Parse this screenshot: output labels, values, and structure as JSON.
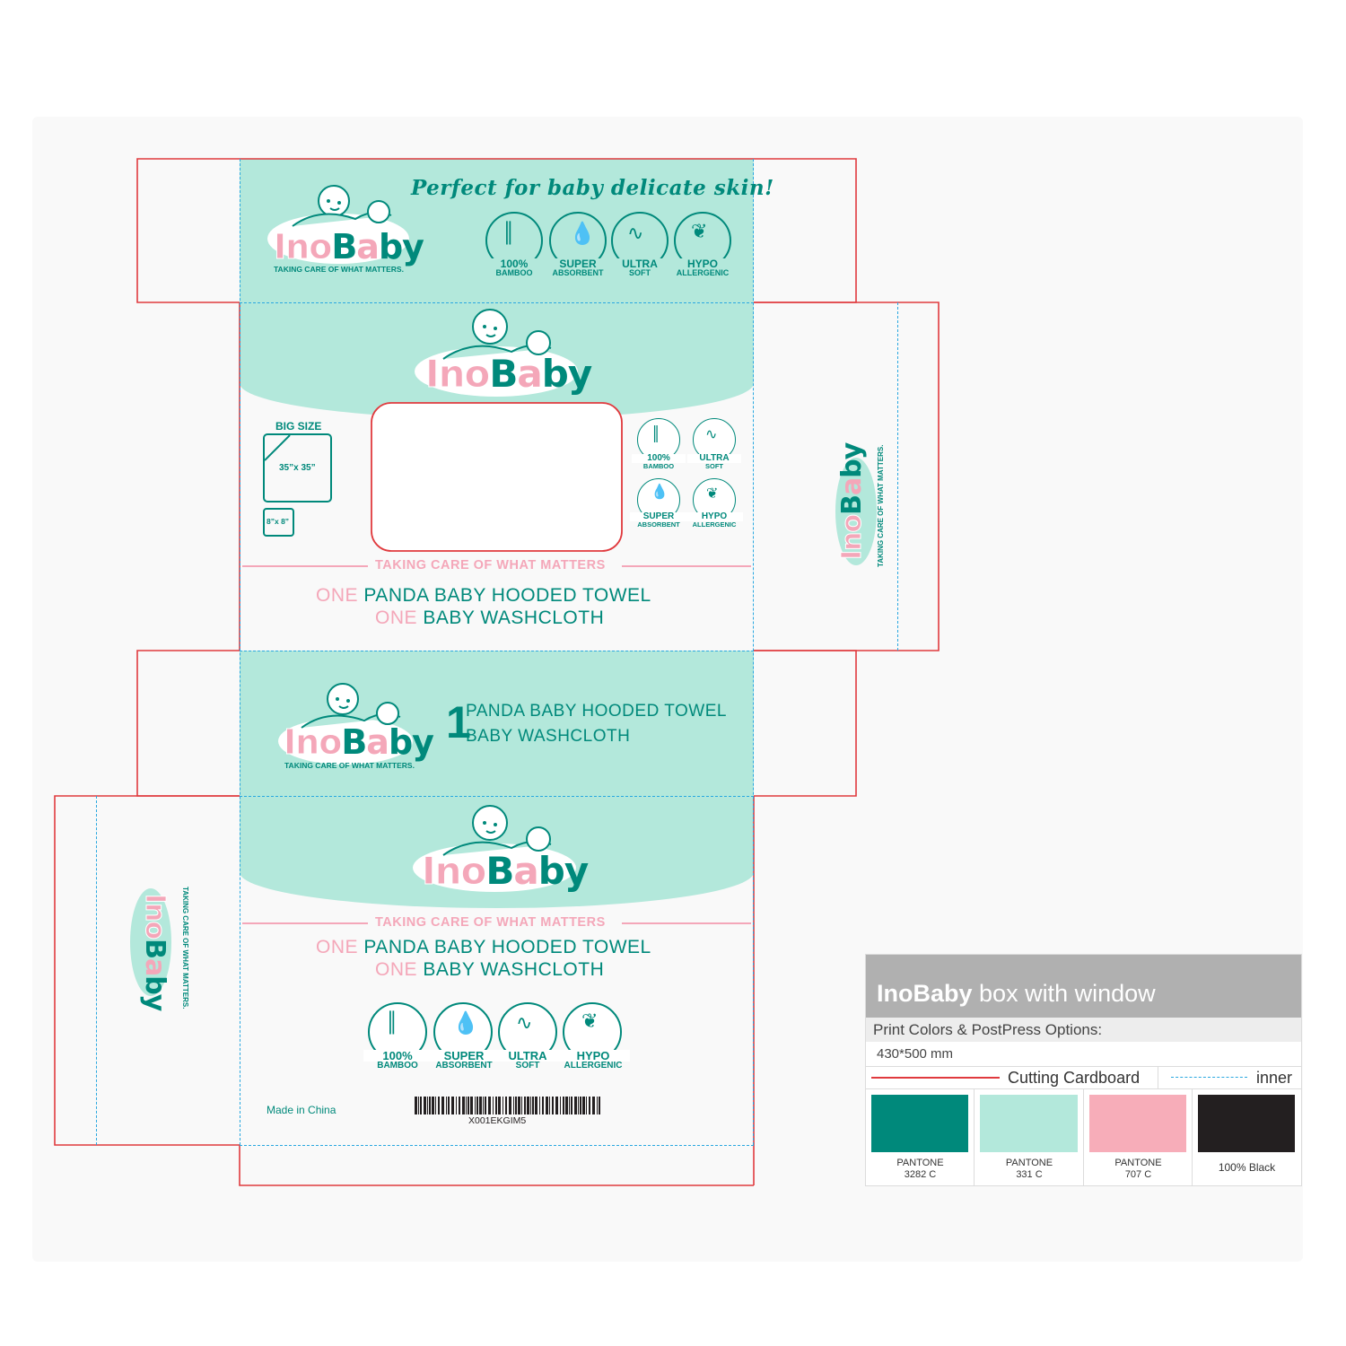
{
  "brand": {
    "logo_ino": "Ino",
    "logo_b": "B",
    "logo_a": "a",
    "logo_by": "by",
    "tagline_upper": "TAKING CARE OF WHAT MATTERS.",
    "tagline_plain": "TAKING CARE OF WHAT MATTERS"
  },
  "top_flap": {
    "headline": "Perfect for baby delicate skin!"
  },
  "badges": [
    {
      "line1": "100%",
      "line2": "BAMBOO",
      "icon": "bamboo-icon"
    },
    {
      "line1": "SUPER",
      "line2": "ABSORBENT",
      "icon": "water-drop-icon"
    },
    {
      "line1": "ULTRA",
      "line2": "SOFT",
      "icon": "feather-icon"
    },
    {
      "line1": "HYPO",
      "line2": "ALLERGENIC",
      "icon": "leaf-icon"
    }
  ],
  "front": {
    "big_size_label": "BIG SIZE",
    "big_size_value": "35”x 35”",
    "small_size_value": "8”x 8”",
    "line1_one": "ONE",
    "line1_rest": "PANDA BABY HOODED TOWEL",
    "line2_one": "ONE",
    "line2_rest": "BABY WASHCLOTH"
  },
  "side": {
    "count": "1",
    "item1": "PANDA BABY HOODED TOWEL",
    "item2": "BABY WASHCLOTH"
  },
  "back": {
    "made_in": "Made in China",
    "barcode_text": "X001EKGIM5"
  },
  "spec_card": {
    "title_bold": "InoBaby",
    "title_rest": "box with window",
    "subtitle": "Print Colors & PostPress Options:",
    "size": "430*500 mm",
    "legend_cut": "Cutting Cardboard",
    "legend_inner": "inner",
    "swatches": [
      {
        "color": "#00897b",
        "line1": "PANTONE",
        "line2": "3282 C"
      },
      {
        "color": "#b3e8db",
        "line1": "PANTONE",
        "line2": "331 C"
      },
      {
        "color": "#f7adb9",
        "line1": "PANTONE",
        "line2": "707 C"
      },
      {
        "color": "#231f20",
        "line1": "100% Black",
        "line2": ""
      }
    ]
  },
  "colors": {
    "teal": "#00897b",
    "mint": "#b3e8db",
    "pink": "#f4a7b9",
    "cut_line": "#e03a3e",
    "inner_line": "#29a8e0"
  }
}
